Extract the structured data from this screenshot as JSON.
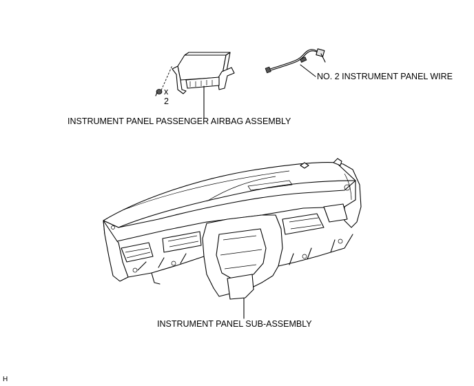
{
  "labels": {
    "panel_wire": "NO. 2 INSTRUMENT PANEL WIRE",
    "airbag": "INSTRUMENT PANEL PASSENGER AIRBAG ASSEMBLY",
    "sub_assembly": "INSTRUMENT PANEL SUB-ASSEMBLY",
    "qty_x": "x",
    "qty_n": "2",
    "figure_id": "H"
  }
}
